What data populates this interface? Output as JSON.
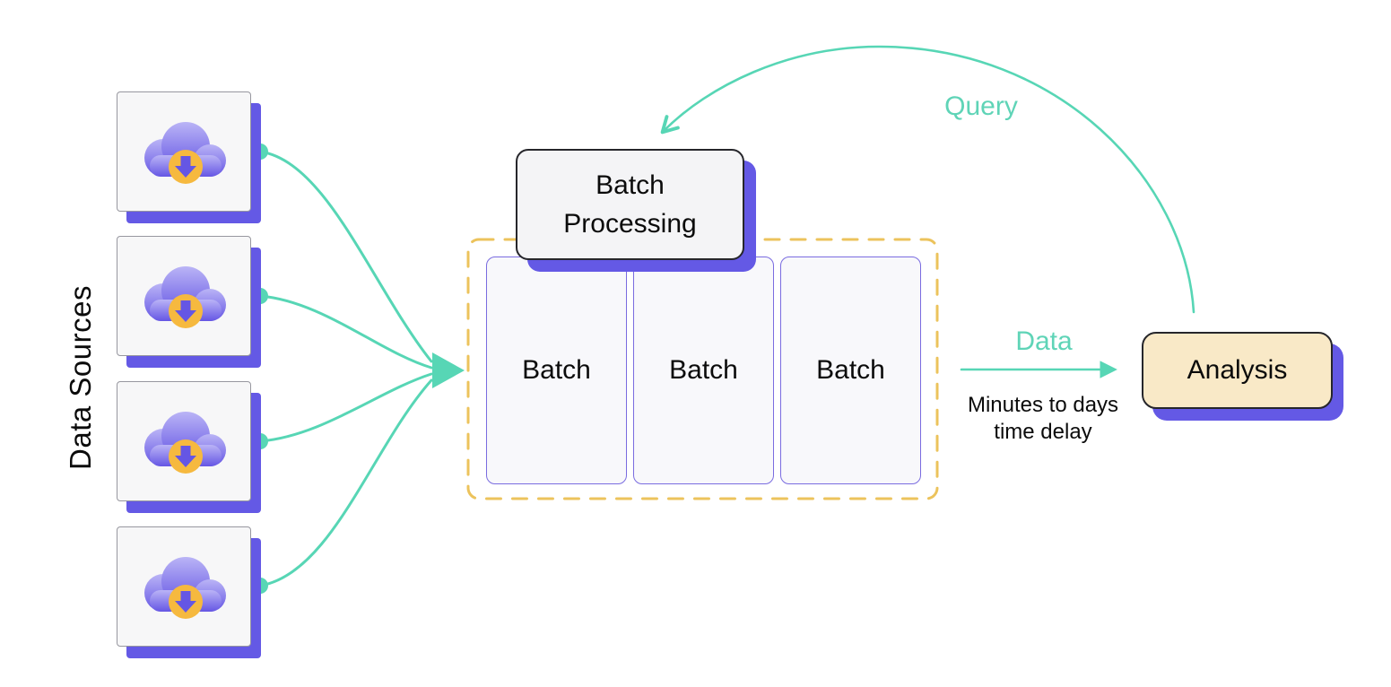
{
  "diagram": {
    "sidebar_label": "Data Sources",
    "source_count": 4,
    "batch_processing": {
      "title": "Batch Processing",
      "batches": [
        {
          "label": "Batch"
        },
        {
          "label": "Batch"
        },
        {
          "label": "Batch"
        }
      ]
    },
    "analysis_label": "Analysis",
    "flows": {
      "query_label": "Query",
      "data_label": "Data",
      "delay_note": "Minutes to days time delay"
    }
  },
  "colors": {
    "teal_connector": "#57D6B5",
    "teal_label": "#5FD4B7",
    "purple_accent": "#6459E5",
    "gold_dashed_border": "#ECC35C",
    "cream_analysis": "#F9E9C7",
    "box_fill": "#F7F7F8",
    "icon_badge_yellow": "#F6B93F"
  }
}
